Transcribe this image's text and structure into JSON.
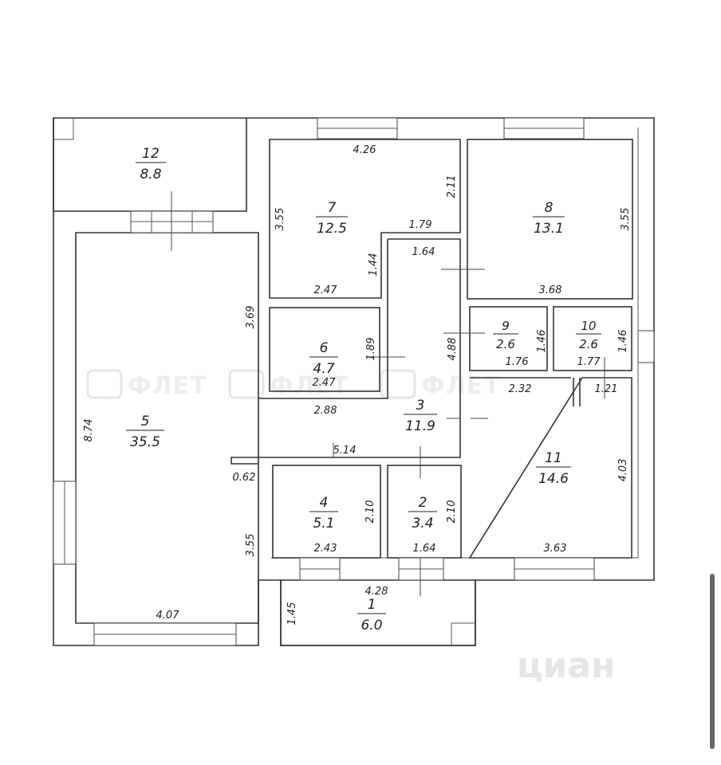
{
  "rooms": [
    {
      "id": "12",
      "number": "12",
      "area": "8.8"
    },
    {
      "id": "7",
      "number": "7",
      "area": "12.5"
    },
    {
      "id": "8",
      "number": "8",
      "area": "13.1"
    },
    {
      "id": "6",
      "number": "6",
      "area": "4.7"
    },
    {
      "id": "9",
      "number": "9",
      "area": "2.6"
    },
    {
      "id": "10",
      "number": "10",
      "area": "2.6"
    },
    {
      "id": "5",
      "number": "5",
      "area": "35.5"
    },
    {
      "id": "3",
      "number": "3",
      "area": "11.9"
    },
    {
      "id": "11",
      "number": "11",
      "area": "14.6"
    },
    {
      "id": "4",
      "number": "4",
      "area": "5.1"
    },
    {
      "id": "2",
      "number": "2",
      "area": "3.4"
    },
    {
      "id": "1",
      "number": "1",
      "area": "6.0"
    }
  ],
  "dimensions": {
    "r7_top": "4.26",
    "r7_right": "2.11",
    "r7_left": "3.55",
    "r7_notch": "1.79",
    "r7_inner": "1.44",
    "r7_bottom": "2.47",
    "r3_top": "1.64",
    "r8_right": "3.55",
    "r8_bottom": "3.68",
    "r5_upper": "3.69",
    "r6_side": "1.89",
    "r6_bottom": "2.47",
    "r3_side": "4.88",
    "r5_mid": "2.88",
    "r9_side": "1.46",
    "r9_bottom": "1.76",
    "r10_side": "1.46",
    "r10_bottom": "1.77",
    "r11_top": "2.32",
    "r11_notch": "1.21",
    "r11_right": "4.03",
    "r11_bottom": "3.63",
    "r5_height": "8.74",
    "corr": "5.14",
    "step": "0.62",
    "r4_side": "2.10",
    "r2_side": "2.10",
    "r5_lower": "3.55",
    "r4_bottom": "2.43",
    "r2_bottom": "1.64",
    "r1_top": "4.28",
    "r1_side": "1.45",
    "r5_bottom": "4.07"
  },
  "watermarks": {
    "bti": "ФЛЕТ",
    "cian": "циан"
  }
}
